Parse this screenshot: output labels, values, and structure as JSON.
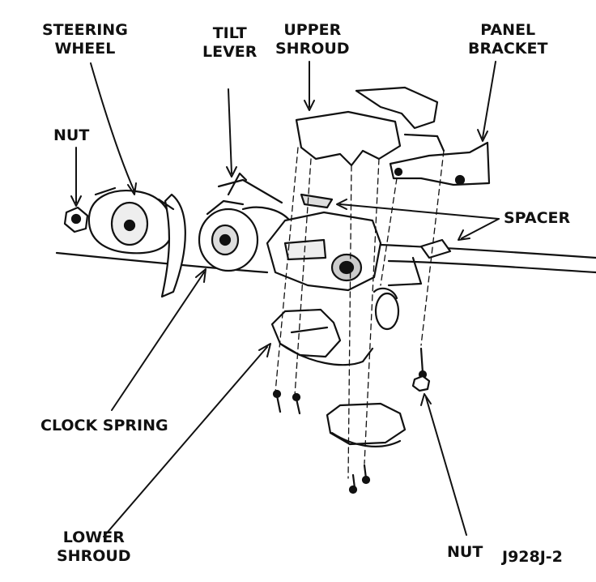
{
  "labels": {
    "steering_wheel": [
      "STEERING",
      "WHEEL"
    ],
    "tilt_lever": [
      "TILT",
      "LEVER"
    ],
    "upper_shroud": [
      "UPPER",
      "SHROUD"
    ],
    "panel_bracket": [
      "PANEL",
      "BRACKET"
    ],
    "nut_left": "NUT",
    "spacer": "SPACER",
    "clock_spring": "CLOCK SPRING",
    "lower_shroud": [
      "LOWER",
      "SHROUD"
    ],
    "nut_bottom": "NUT"
  },
  "figure_id": "J928J-2"
}
